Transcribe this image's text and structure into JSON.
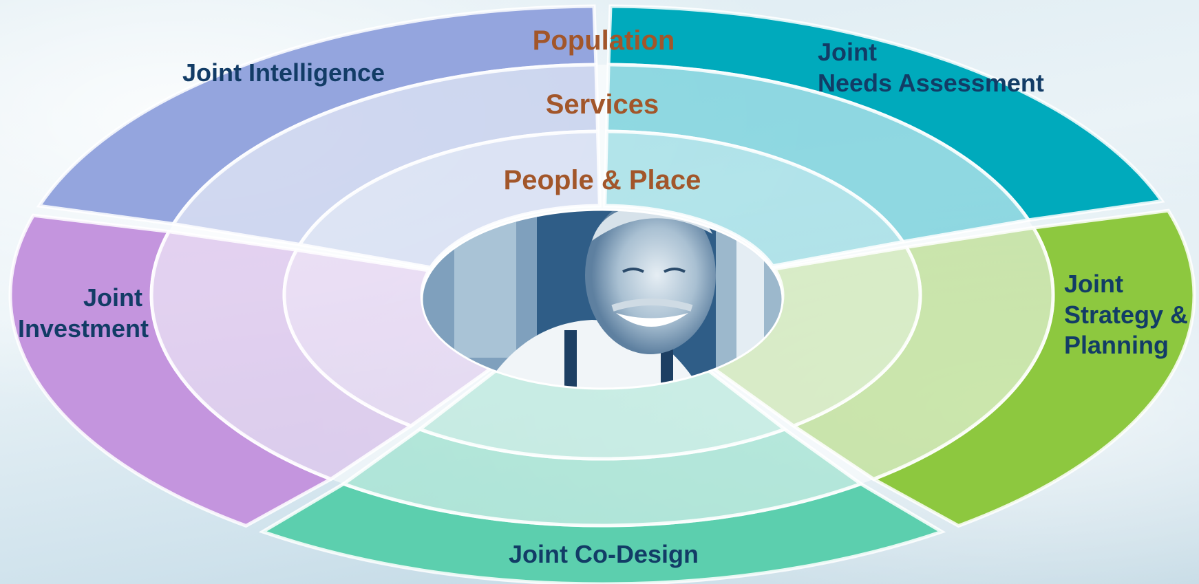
{
  "rings": {
    "outer": "Population",
    "middle": "Services",
    "inner": "People & Place"
  },
  "segments": {
    "intelligence": "Joint Intelligence",
    "needs_line1": "Joint",
    "needs_line2": "Needs Assessment",
    "strategy_line1": "Joint",
    "strategy_line2": "Strategy &",
    "strategy_line3": "Planning",
    "codesign": "Joint Co-Design",
    "investment_line1": "Joint",
    "investment_line2": "Investment"
  },
  "colors": {
    "intelligence": "#94a5de",
    "needs": "#00aabc",
    "strategy": "#8dc83f",
    "codesign": "#5ccfae",
    "investment": "#c495de",
    "label": "#123c66",
    "ring_label": "#a2562a"
  },
  "center_image": "smiling elderly man (blue duotone photo)"
}
